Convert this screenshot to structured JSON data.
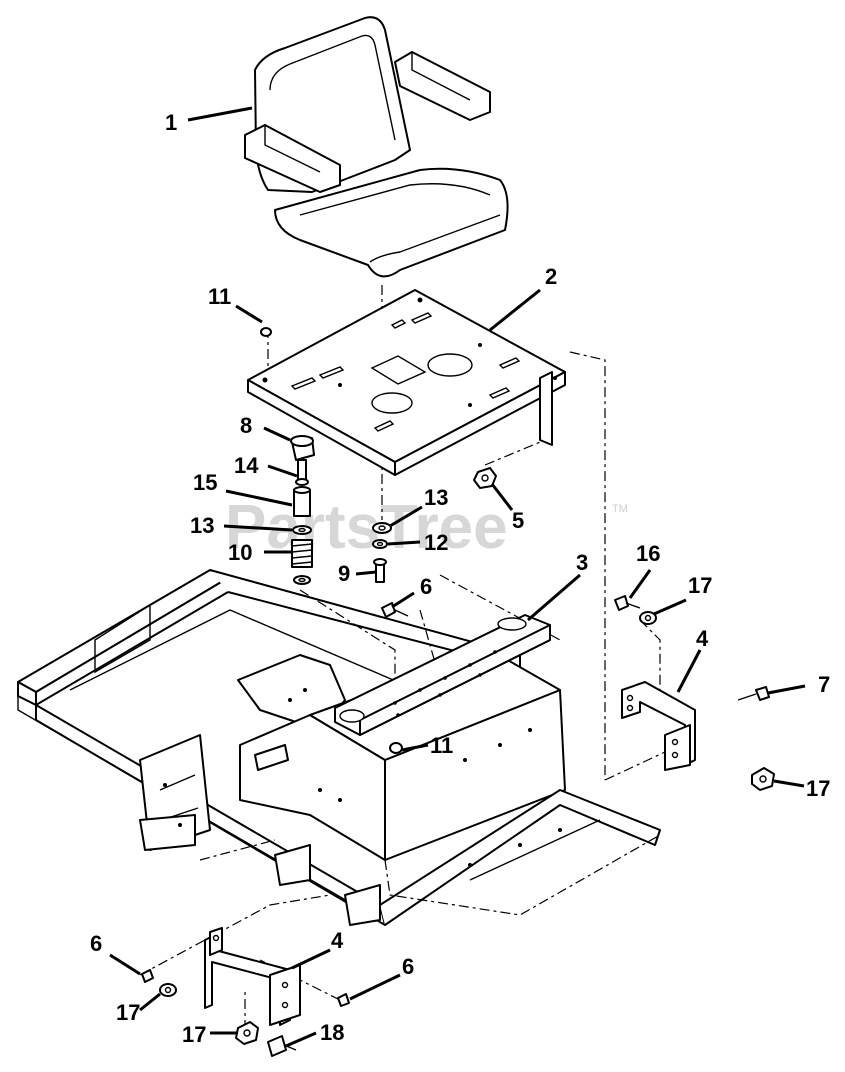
{
  "watermark": {
    "text": "PartsTree",
    "tm": "TM"
  },
  "callouts": [
    {
      "id": "c1",
      "text": "1"
    },
    {
      "id": "c2",
      "text": "2"
    },
    {
      "id": "c3",
      "text": "3"
    },
    {
      "id": "c4a",
      "text": "4"
    },
    {
      "id": "c4b",
      "text": "4"
    },
    {
      "id": "c5",
      "text": "5"
    },
    {
      "id": "c6a",
      "text": "6"
    },
    {
      "id": "c6b",
      "text": "6"
    },
    {
      "id": "c6c",
      "text": "6"
    },
    {
      "id": "c7",
      "text": "7"
    },
    {
      "id": "c8",
      "text": "8"
    },
    {
      "id": "c9",
      "text": "9"
    },
    {
      "id": "c10",
      "text": "10"
    },
    {
      "id": "c11a",
      "text": "11"
    },
    {
      "id": "c11b",
      "text": "11"
    },
    {
      "id": "c12",
      "text": "12"
    },
    {
      "id": "c13a",
      "text": "13"
    },
    {
      "id": "c13b",
      "text": "13"
    },
    {
      "id": "c14",
      "text": "14"
    },
    {
      "id": "c15",
      "text": "15"
    },
    {
      "id": "c16",
      "text": "16"
    },
    {
      "id": "c17a",
      "text": "17"
    },
    {
      "id": "c17b",
      "text": "17"
    },
    {
      "id": "c17c",
      "text": "17"
    },
    {
      "id": "c17d",
      "text": "17"
    },
    {
      "id": "c18",
      "text": "18"
    }
  ]
}
